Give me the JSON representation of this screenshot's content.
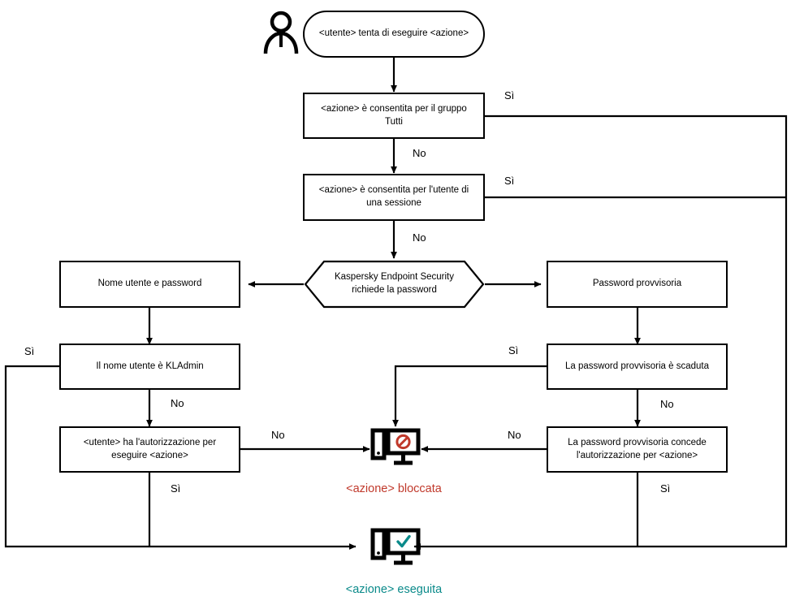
{
  "diagram": {
    "title_text_language": "it",
    "colors": {
      "stroke": "#000000",
      "blocked_red": "#c0392b",
      "done_teal": "#0a8a8a",
      "background": "#ffffff"
    },
    "actor": {
      "name": "user-actor",
      "icon": "person-icon"
    },
    "nodes": {
      "start": {
        "label": "<utente> tenta di eseguire <azione>",
        "shape": "terminator"
      },
      "allowed_group_all": {
        "label": "<azione> è consentita per il gruppo Tutti",
        "shape": "process"
      },
      "allowed_session_user": {
        "label": "<azione> è consentita per l'utente di una sessione",
        "shape": "process"
      },
      "kes_requests_password": {
        "label": "Kaspersky Endpoint Security richiede la password",
        "shape": "hexagon"
      },
      "username_password": {
        "label": "Nome utente e password",
        "shape": "process"
      },
      "temporary_password": {
        "label": "Password provvisoria",
        "shape": "process"
      },
      "username_is_kladmin": {
        "label": "Il nome utente è KLAdmin",
        "shape": "process"
      },
      "temp_password_expired": {
        "label": "La password provvisoria è scaduta",
        "shape": "process"
      },
      "user_has_permission": {
        "label": "<utente> ha l'autorizzazione per eseguire <azione>",
        "shape": "process"
      },
      "temp_password_grants_permission": {
        "label": "La password provvisoria concede l'autorizzazione per <azione>",
        "shape": "process"
      },
      "blocked": {
        "label": "<azione> bloccata",
        "icon": "monitor-blocked-icon",
        "color": "#c0392b"
      },
      "performed": {
        "label": "<azione> eseguita",
        "icon": "monitor-check-icon",
        "color": "#0a8a8a"
      }
    },
    "edge_labels": {
      "group_all_yes": "Sì",
      "group_all_no": "No",
      "session_user_yes": "Sì",
      "session_user_no": "No",
      "kladmin_yes": "Sì",
      "kladmin_no": "No",
      "permission_no": "No",
      "permission_yes": "Sì",
      "expired_yes": "Sì",
      "expired_no": "No",
      "grants_no": "No",
      "grants_yes": "Sì"
    }
  }
}
